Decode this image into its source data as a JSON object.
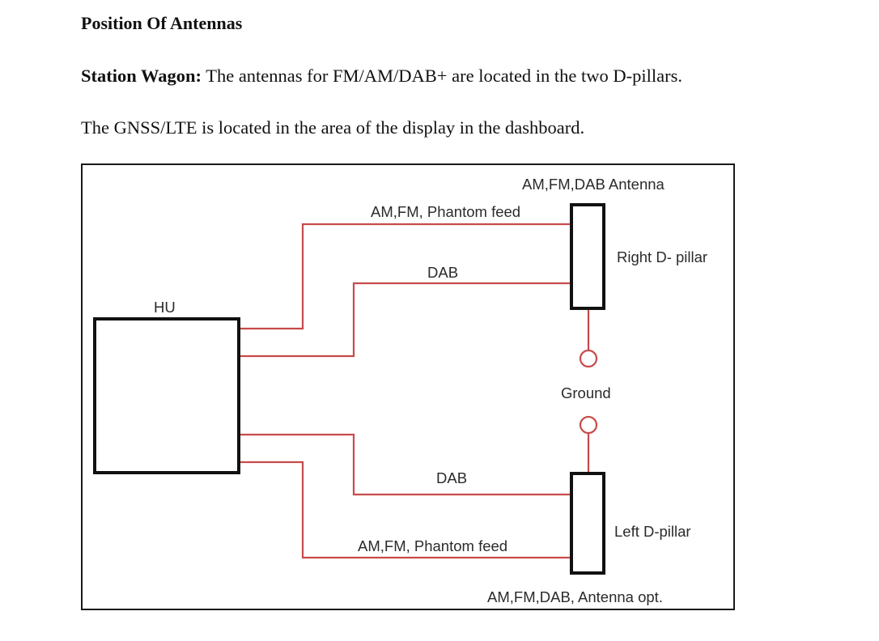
{
  "heading": "Position Of Antennas",
  "paragraph1": {
    "bold_prefix": "Station Wagon:",
    "text": " The antennas for FM/AM/DAB+ are located in the two D-pillars."
  },
  "paragraph2": "The GNSS/LTE is located in the area of the display in the dashboard.",
  "diagram": {
    "labels": {
      "top_antenna": "AM,FM,DAB Antenna",
      "top_phantom_feed": "AM,FM, Phantom feed",
      "top_dab": "DAB",
      "right_pillar": "Right D- pillar",
      "head_unit": "HU",
      "ground": "Ground",
      "bottom_dab": "DAB",
      "left_pillar": "Left D-pillar",
      "bottom_phantom_feed": "AM,FM, Phantom feed",
      "bottom_antenna": "AM,FM,DAB, Antenna opt."
    },
    "colors": {
      "wire": "#c84a4a",
      "box": "#111111",
      "text": "#2b2b2b"
    }
  }
}
